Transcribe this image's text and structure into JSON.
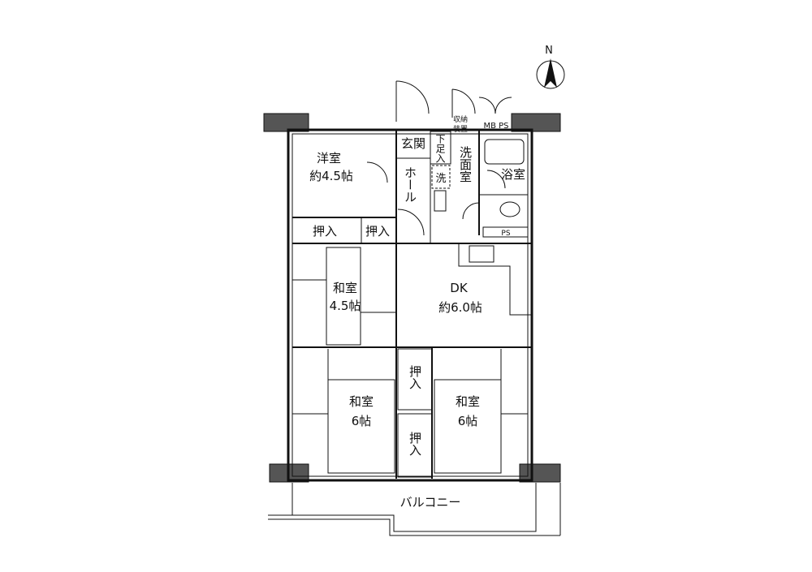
{
  "compass": {
    "label": "N"
  },
  "rooms": {
    "western": {
      "name": "洋室",
      "size": "約4.5帖"
    },
    "closet1": "押入",
    "closet2": "押入",
    "entrance": "玄関",
    "shoe": "下足入",
    "hall": "ホール",
    "washroom": "洗面室",
    "washer": "洗",
    "bath": "浴室",
    "storage": [
      "収納",
      "装置"
    ],
    "mbps": "MB PS",
    "ps": "PS",
    "japanese1": {
      "name": "和室",
      "size": "4.5帖"
    },
    "dk": {
      "name": "DK",
      "size": "約6.0帖"
    },
    "japanese2": {
      "name": "和室",
      "size": "6帖"
    },
    "japanese3": {
      "name": "和室",
      "size": "6帖"
    },
    "closet3": "押入",
    "closet4": "押入",
    "balcony": "バルコニー"
  }
}
